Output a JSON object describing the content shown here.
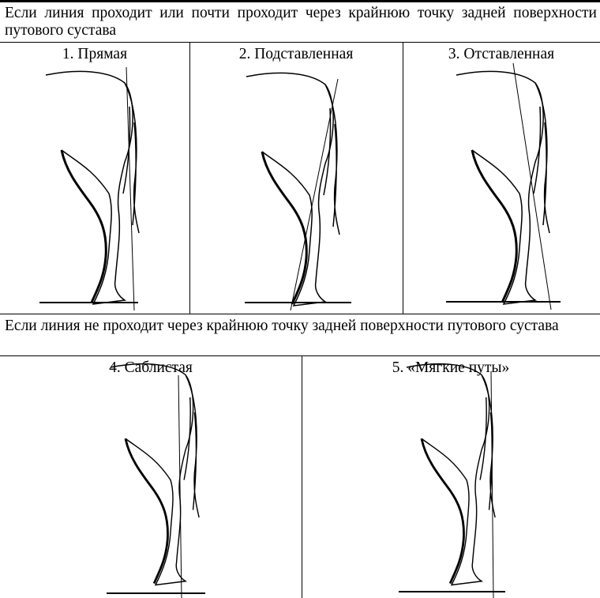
{
  "intro_text": "Если линия проходит или почти проходит через крайнюю точку задней поверхности путового сустава",
  "row1": [
    {
      "caption": "1. Прямая"
    },
    {
      "caption": "2. Подставленная"
    },
    {
      "caption": "3. Отставленная"
    }
  ],
  "second_text": "Если линия не проходит через крайнюю точку задней поверхности путового сустава",
  "row2": [
    {
      "caption": "4. Саблистая"
    },
    {
      "caption": "5. «Мягкие путы»"
    }
  ]
}
